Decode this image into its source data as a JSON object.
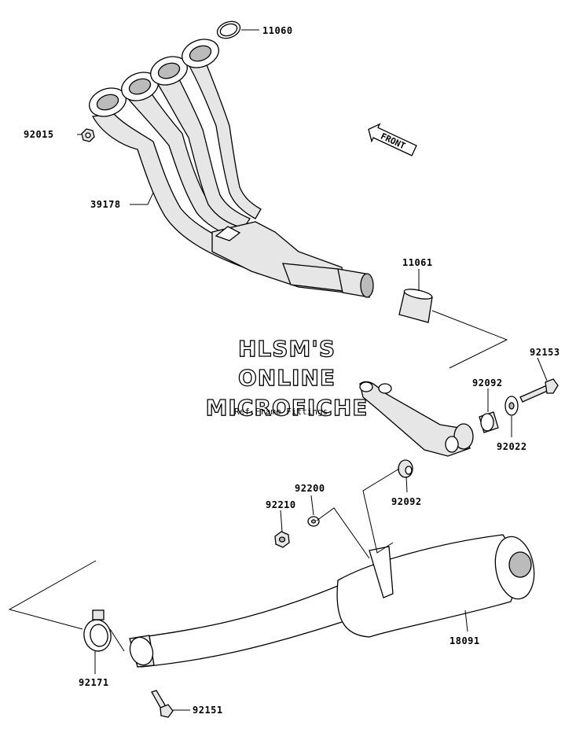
{
  "watermark": {
    "line1": "HLSM'S",
    "line2": "ONLINE",
    "line3": "MICROFICHE"
  },
  "reference_note": "Ref.Frame Fittings",
  "front_arrow": "FRONT",
  "parts": {
    "p11060": "11060",
    "p92015": "92015",
    "p39178": "39178",
    "p11061": "11061",
    "p92153": "92153",
    "p92092a": "92092",
    "p92022": "92022",
    "p92092b": "92092",
    "p92200": "92200",
    "p92210": "92210",
    "p18091": "18091",
    "p92171": "92171",
    "p92151": "92151"
  }
}
